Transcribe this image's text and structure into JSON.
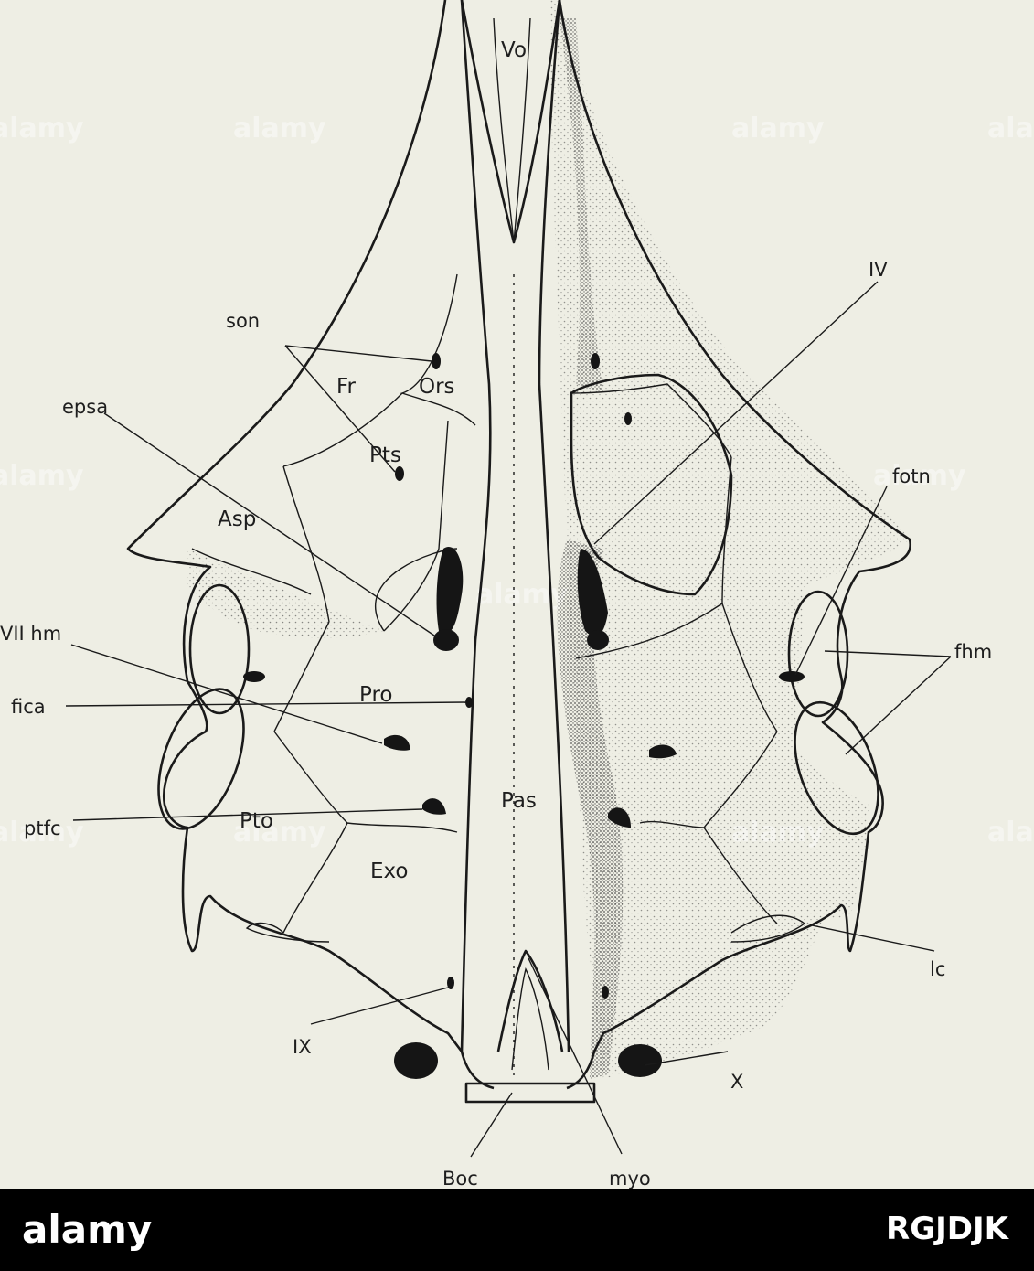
{
  "labels": {
    "vo": "Vo",
    "son": "son",
    "iv": "IV",
    "fr": "Fr",
    "ors": "Ors",
    "epsa": "epsa",
    "pts": "Pts",
    "fotn": "fotn",
    "asp": "Asp",
    "vii_hm": "VII hm",
    "fhm": "fhm",
    "fica": "fica",
    "pro": "Pro",
    "pas": "Pas",
    "ptfc": "ptfc",
    "pto": "Pto",
    "exo": "Exo",
    "lc": "lc",
    "ix": "IX",
    "x": "X",
    "boc": "Boc",
    "myo": "myo"
  },
  "watermark": {
    "text": "alamy"
  },
  "footer": {
    "brand": "alamy",
    "image_code": "RGJDJK"
  },
  "colors": {
    "paper": "#eeeee4",
    "ink": "#1a1a1a",
    "footer_bg": "#000000"
  }
}
